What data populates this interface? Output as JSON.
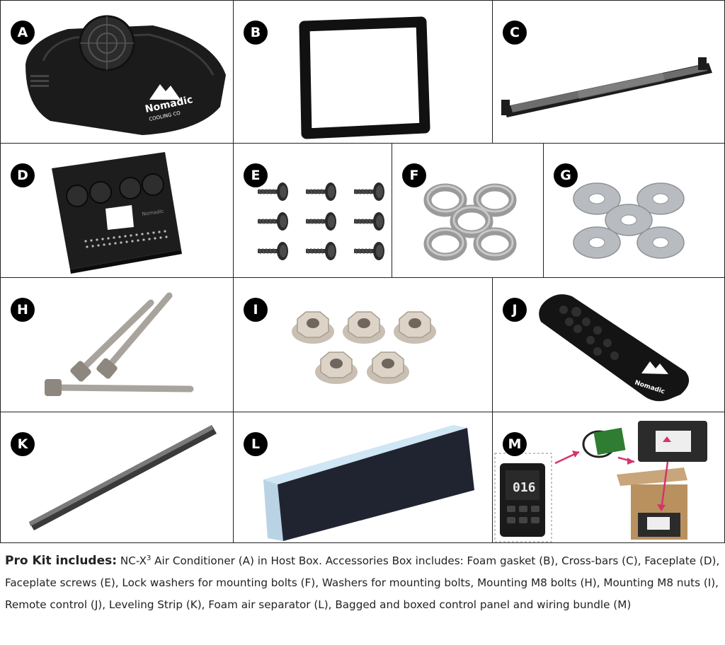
{
  "items": [
    {
      "letter": "A",
      "icon": "air-conditioner-unit-icon"
    },
    {
      "letter": "B",
      "icon": "foam-gasket-icon"
    },
    {
      "letter": "C",
      "icon": "cross-bars-icon"
    },
    {
      "letter": "D",
      "icon": "faceplate-icon"
    },
    {
      "letter": "E",
      "icon": "faceplate-screws-icon"
    },
    {
      "letter": "F",
      "icon": "lock-washers-icon"
    },
    {
      "letter": "G",
      "icon": "washers-icon"
    },
    {
      "letter": "H",
      "icon": "m8-bolts-icon"
    },
    {
      "letter": "I",
      "icon": "m8-nuts-icon"
    },
    {
      "letter": "J",
      "icon": "remote-control-icon"
    },
    {
      "letter": "K",
      "icon": "leveling-strip-icon"
    },
    {
      "letter": "L",
      "icon": "foam-air-separator-icon"
    },
    {
      "letter": "M",
      "icon": "control-panel-bundle-icon"
    }
  ],
  "logo_text": {
    "brand": "Nomadic",
    "sub": "COOLING CO"
  },
  "panel_display": "016",
  "caption": {
    "lead": "Pro Kit includes:",
    "part1": " NC-X",
    "superscript": "3",
    "part2": " Air Conditioner (A) in Host Box. Accessories Box includes: Foam gasket (B), Cross-bars (C), Faceplate (D), Faceplate screws (E), Lock washers for mounting bolts (F), Washers for mounting bolts, Mounting M8 bolts (H), Mounting M8 nuts (I), Remote control (J), Leveling Strip (K), Foam air separator (L), Bagged and boxed control panel and wiring bundle (M)"
  },
  "colors": {
    "badge": "#000000",
    "border": "#222222",
    "accent_arrow": "#d6336c",
    "foam_blue": "#cfe6f5"
  }
}
